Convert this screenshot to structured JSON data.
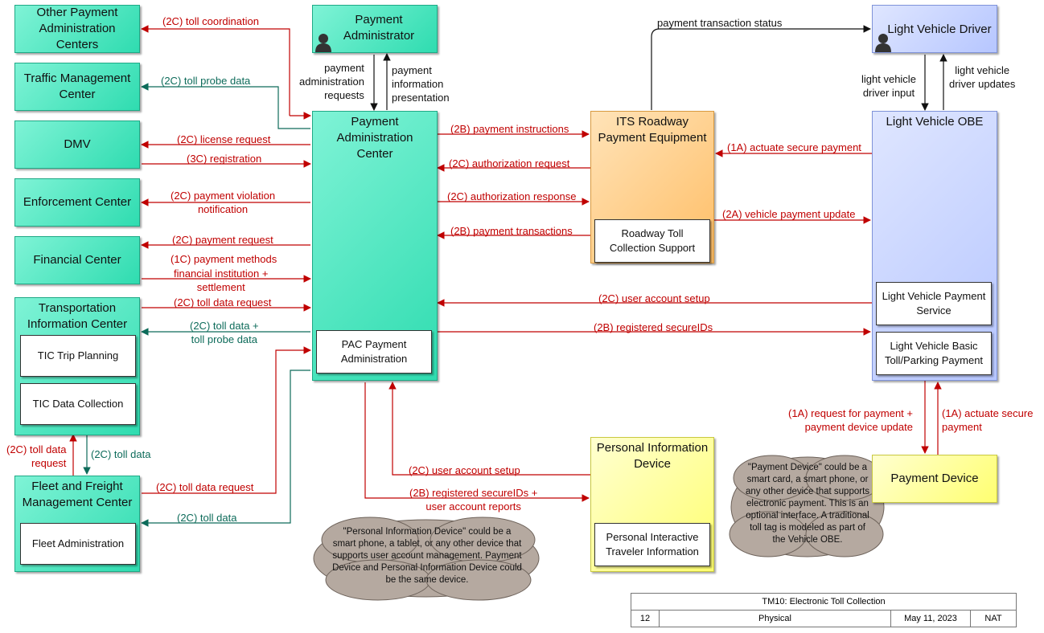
{
  "nodes": {
    "other_payment": "Other Payment\nAdministration\nCenters",
    "traffic_mgmt": "Traffic Management\nCenter",
    "dmv": "DMV",
    "enforcement": "Enforcement Center",
    "financial": "Financial Center",
    "tic": "Transportation\nInformation Center",
    "tic_trip": "TIC Trip Planning",
    "tic_data": "TIC Data Collection",
    "fleet": "Fleet and Freight\nManagement Center",
    "fleet_admin": "Fleet Administration",
    "payment_admin": "Payment\nAdministrator",
    "pac": "Payment\nAdministration\nCenter",
    "pac_sub": "PAC Payment\nAdministration",
    "its_roadway": "ITS Roadway\nPayment Equipment",
    "roadway_toll": "Roadway Toll\nCollection Support",
    "lv_driver": "Light Vehicle Driver",
    "lv_obe": "Light Vehicle OBE",
    "lv_pay_service": "Light Vehicle Payment\nService",
    "lv_basic": "Light Vehicle Basic\nToll/Parking Payment",
    "payment_device": "Payment Device",
    "pid": "Personal Information\nDevice",
    "pid_sub": "Personal Interactive\nTraveler Information"
  },
  "flows": {
    "toll_coordination": "(2C) toll coordination",
    "toll_probe_data": "(2C) toll probe data",
    "license_request": "(2C) license request",
    "registration": "(3C) registration",
    "payment_violation": "(2C) payment violation\nnotification",
    "payment_request": "(2C) payment request",
    "payment_methods": "(1C) payment methods",
    "fin_settlement": "financial institution +\nsettlement",
    "toll_data_request_tic": "(2C) toll data request",
    "toll_data_probe_tic": "(2C) toll data +\ntoll probe data",
    "tic_toll_data_request": "(2C) toll data\nrequest",
    "tic_toll_data": "(2C) toll data",
    "fleet_toll_data_request": "(2C) toll data request",
    "fleet_toll_data": "(2C) toll data",
    "pa_requests": "payment\nadministration\nrequests",
    "pa_info": "payment\ninformation\npresentation",
    "payment_transaction_status": "payment transaction status",
    "payment_instructions": "(2B) payment instructions",
    "authorization_request": "(2C) authorization request",
    "authorization_response": "(2C) authorization response",
    "payment_transactions": "(2B) payment transactions",
    "actuate_secure_payment": "(1A) actuate secure payment",
    "vehicle_payment_update": "(2A) vehicle payment update",
    "user_account_setup_obe": "(2C) user account setup",
    "registered_secureids_obe": "(2B) registered secureIDs",
    "driver_input": "light vehicle\ndriver input",
    "driver_updates": "light vehicle\ndriver updates",
    "request_for_payment": "(1A) request for payment +\npayment device update",
    "actuate_secure_payment_dev": "(1A) actuate secure\npayment",
    "user_account_setup_pid": "(2C) user account setup",
    "registered_secureids_pid": "(2B) registered secureIDs +\nuser account reports"
  },
  "notes": {
    "pid_note": "\"Personal Information Device\" could be a\nsmart phone, a tablet, or any other device that\nsupports user account management. Payment\nDevice and Personal Information Device could\nbe the same device.",
    "device_note": "\"Payment Device\" could be a\nsmart card, a smart phone, or\nany other device that supports\nelectronic payment.  This is an\noptional interface. A traditional\ntoll tag is modeled as part of\nthe Vehicle OBE."
  },
  "title_block": {
    "title": "TM10: Electronic Toll Collection",
    "page": "12",
    "view": "Physical",
    "date": "May 11, 2023",
    "org": "NAT"
  },
  "colors": {
    "center": "#2fdcb0",
    "vehicle": "#b6c6ff",
    "field": "#ffbe66",
    "personal": "#ffff70",
    "flow_red": "#c00000",
    "flow_teal": "#0d6b5a"
  }
}
